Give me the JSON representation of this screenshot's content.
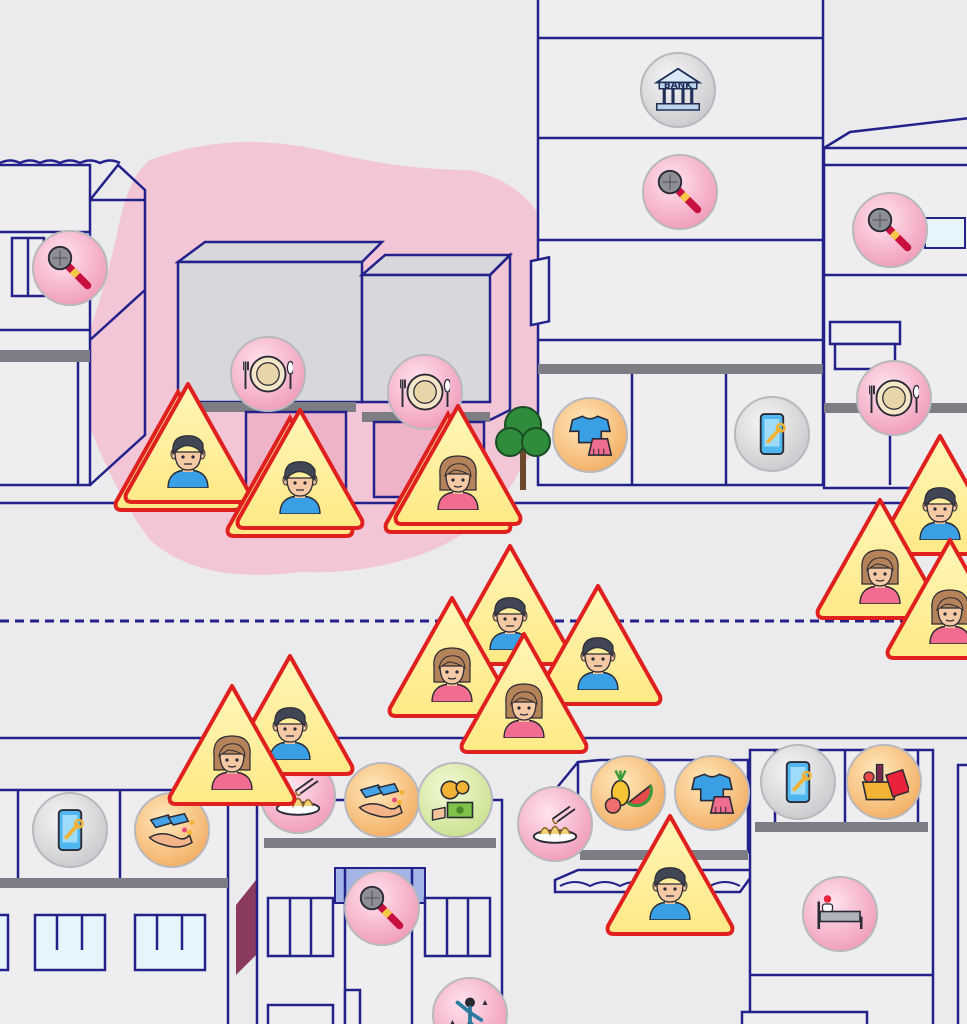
{
  "map": {
    "bank_label": "BANK",
    "colors": {
      "outline": "#22228a",
      "building_fill": "#eeeef0",
      "background": "#ebebed",
      "zone_highlight": "#f3c2d4",
      "alert_fill": "#fff2a8",
      "alert_stroke": "#e0201e",
      "poi_pink": "#f4b6cc",
      "poi_orange": "#f6c37a",
      "poi_gray": "#d9d9db",
      "poi_green": "#dfeeb0"
    },
    "highlight_zone": {
      "label": ""
    },
    "pois": [
      {
        "id": "bank-1",
        "icon": "bank-icon",
        "bg": "gray"
      },
      {
        "id": "karaoke-1",
        "icon": "microphone-icon",
        "bg": "pink"
      },
      {
        "id": "karaoke-2",
        "icon": "microphone-icon",
        "bg": "pink"
      },
      {
        "id": "karaoke-3",
        "icon": "microphone-icon",
        "bg": "pink"
      },
      {
        "id": "karaoke-4",
        "icon": "microphone-icon",
        "bg": "pink"
      },
      {
        "id": "restaurant-1",
        "icon": "plate-cutlery-icon",
        "bg": "pink"
      },
      {
        "id": "restaurant-2",
        "icon": "plate-cutlery-icon",
        "bg": "pink"
      },
      {
        "id": "restaurant-3",
        "icon": "plate-cutlery-icon",
        "bg": "pink"
      },
      {
        "id": "clothing-1",
        "icon": "clothing-icon",
        "bg": "orange"
      },
      {
        "id": "clothing-2",
        "icon": "clothing-icon",
        "bg": "orange"
      },
      {
        "id": "phone-repair-1",
        "icon": "phone-repair-icon",
        "bg": "gray"
      },
      {
        "id": "phone-repair-2",
        "icon": "phone-repair-icon",
        "bg": "gray"
      },
      {
        "id": "phone-repair-3",
        "icon": "phone-repair-icon",
        "bg": "gray"
      },
      {
        "id": "accessories-1",
        "icon": "accessories-icon",
        "bg": "orange"
      },
      {
        "id": "accessories-2",
        "icon": "accessories-icon",
        "bg": "orange"
      },
      {
        "id": "noodles-1",
        "icon": "noodles-icon",
        "bg": "pink"
      },
      {
        "id": "noodles-2",
        "icon": "noodles-icon",
        "bg": "pink"
      },
      {
        "id": "money-exchange-1",
        "icon": "money-exchange-icon",
        "bg": "green"
      },
      {
        "id": "fruit-1",
        "icon": "fruit-icon",
        "bg": "orange"
      },
      {
        "id": "grocery-1",
        "icon": "grocery-icon",
        "bg": "orange"
      },
      {
        "id": "hotel-1",
        "icon": "bed-icon",
        "bg": "pink"
      },
      {
        "id": "dance-1",
        "icon": "dancer-icon",
        "bg": "pink"
      }
    ],
    "people": [
      {
        "id": "p1",
        "gender": "male"
      },
      {
        "id": "p2",
        "gender": "male"
      },
      {
        "id": "p3",
        "gender": "female"
      },
      {
        "id": "p4",
        "gender": "male"
      },
      {
        "id": "p5",
        "gender": "female"
      },
      {
        "id": "p6",
        "gender": "female"
      },
      {
        "id": "p7",
        "gender": "male"
      },
      {
        "id": "p8",
        "gender": "female"
      },
      {
        "id": "p9",
        "gender": "male"
      },
      {
        "id": "p10",
        "gender": "female"
      },
      {
        "id": "p11",
        "gender": "male"
      },
      {
        "id": "p12",
        "gender": "female"
      },
      {
        "id": "p13",
        "gender": "male"
      }
    ]
  }
}
